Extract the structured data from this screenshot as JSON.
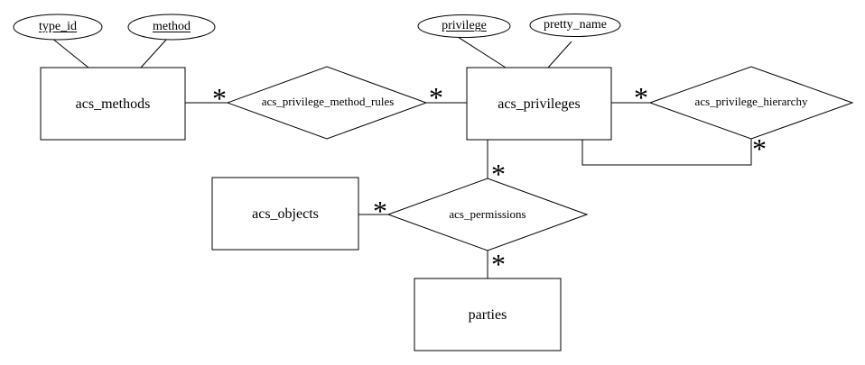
{
  "diagram": {
    "type": "entity-relationship",
    "colors": {
      "line": "#000000",
      "background": "#ffffff",
      "shape_fill": "#ffffff"
    }
  },
  "entities": [
    {
      "label": "acs_methods"
    },
    {
      "label": "acs_privileges"
    },
    {
      "label": "acs_objects"
    },
    {
      "label": "parties"
    }
  ],
  "relationships": [
    {
      "label": "acs_privilege_method_rules",
      "connects": [
        "acs_methods",
        "acs_privileges"
      ]
    },
    {
      "label": "acs_privilege_hierarchy",
      "connects": [
        "acs_privileges",
        "acs_privileges"
      ]
    },
    {
      "label": "acs_permissions",
      "connects": [
        "acs_objects",
        "acs_privileges",
        "parties"
      ]
    }
  ],
  "attributes": [
    {
      "label": "type_id",
      "underlined": true,
      "entity": "acs_methods"
    },
    {
      "label": "method",
      "underlined": true,
      "entity": "acs_methods"
    },
    {
      "label": "privilege",
      "underlined": true,
      "entity": "acs_privileges"
    },
    {
      "label": "pretty_name",
      "underlined": false,
      "entity": "acs_privileges"
    }
  ],
  "cardinality_symbol": "*"
}
